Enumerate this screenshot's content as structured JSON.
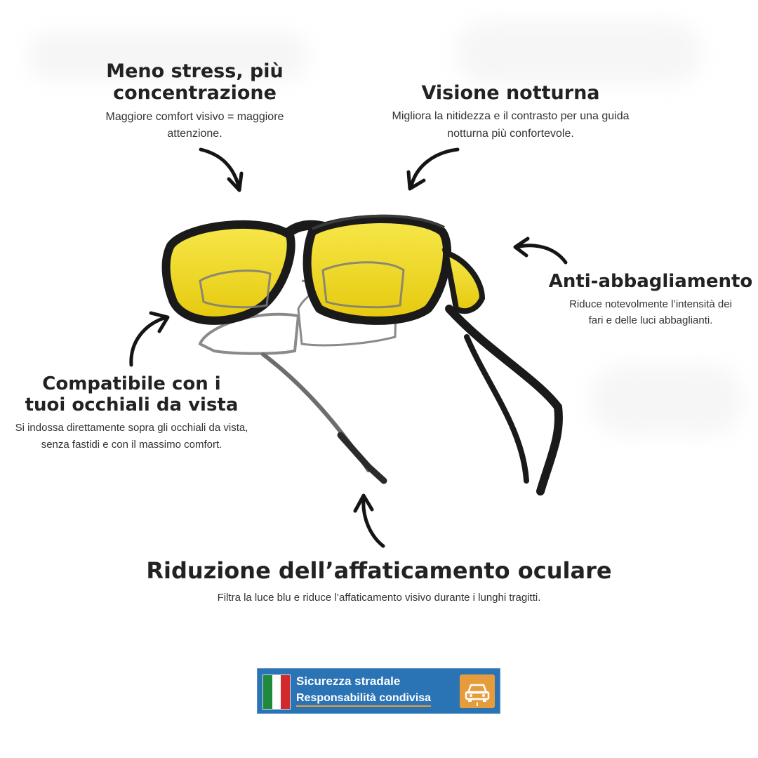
{
  "features": {
    "stress": {
      "title": "Meno stress, più concentrazione",
      "desc": "Maggiore comfort visivo = maggiore attenzione."
    },
    "night": {
      "title": "Visione notturna",
      "desc": "Migliora la nitidezza e il contrasto per una guida notturna più confortevole."
    },
    "glare": {
      "title": "Anti-abbagliamento",
      "desc": "Riduce notevolmente l’intensità dei fari e delle luci abbaglianti."
    },
    "compatible": {
      "title": "Compatibile con i tuoi occhiali da vista",
      "desc": "Si indossa direttamente sopra gli occhiali da vista, senza fastidi e con il massimo comfort."
    },
    "fatigue": {
      "title": "Riduzione dell’affaticamento oculare",
      "desc": "Filtra la luce blu e riduce l’affaticamento visivo durante i lunghi tragitti."
    }
  },
  "badge": {
    "title": "Sicurezza stradale",
    "subtitle": "Responsabilità condivisa"
  },
  "colors": {
    "lens": "#f2dd1c",
    "frame": "#1a1a1a",
    "badge_bg": "#2a73b5",
    "badge_accent": "#e79c3c",
    "flag_green": "#1f8a3c",
    "flag_white": "#ffffff",
    "flag_red": "#d22a2a"
  },
  "icons": [
    "curved-arrow-icon",
    "italian-flag-icon",
    "car-icon"
  ]
}
